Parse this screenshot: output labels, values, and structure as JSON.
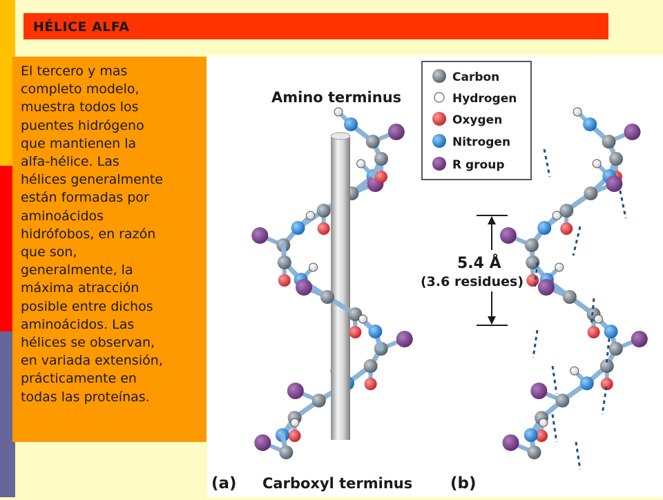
{
  "slide": {
    "title": "HÉLICE ALFA",
    "body_lines": [
      " El tercero y mas",
      "completo modelo,",
      "muestra todos los",
      "puentes hidrógeno",
      "que mantienen la",
      "alfa-hélice. Las",
      "hélices generalmente",
      "están formadas por",
      "aminoácidos",
      "hidrófobos, en razón",
      "que son,",
      "generalmente, la",
      "máxima atracción",
      "posible entre dichos",
      "aminoácidos. Las",
      "hélices se observan,",
      "en variada extensión,",
      "prácticamente en",
      "todas las proteínas."
    ]
  },
  "figure": {
    "amino_label": "Amino  terminus",
    "carboxyl_label": "Carboxyl terminus",
    "panel_a": "(a)",
    "panel_b": "(b)",
    "pitch_value": "5.4 Å",
    "pitch_residues": "(3.6 residues)",
    "legend": [
      {
        "label": "Carbon",
        "color": "#6f7a82"
      },
      {
        "label": "Hydrogen",
        "color": "#ffffff"
      },
      {
        "label": "Oxygen",
        "color": "#e0303a"
      },
      {
        "label": "Nitrogen",
        "color": "#1e88e0"
      },
      {
        "label": "R group",
        "color": "#7a3d8a"
      }
    ]
  }
}
